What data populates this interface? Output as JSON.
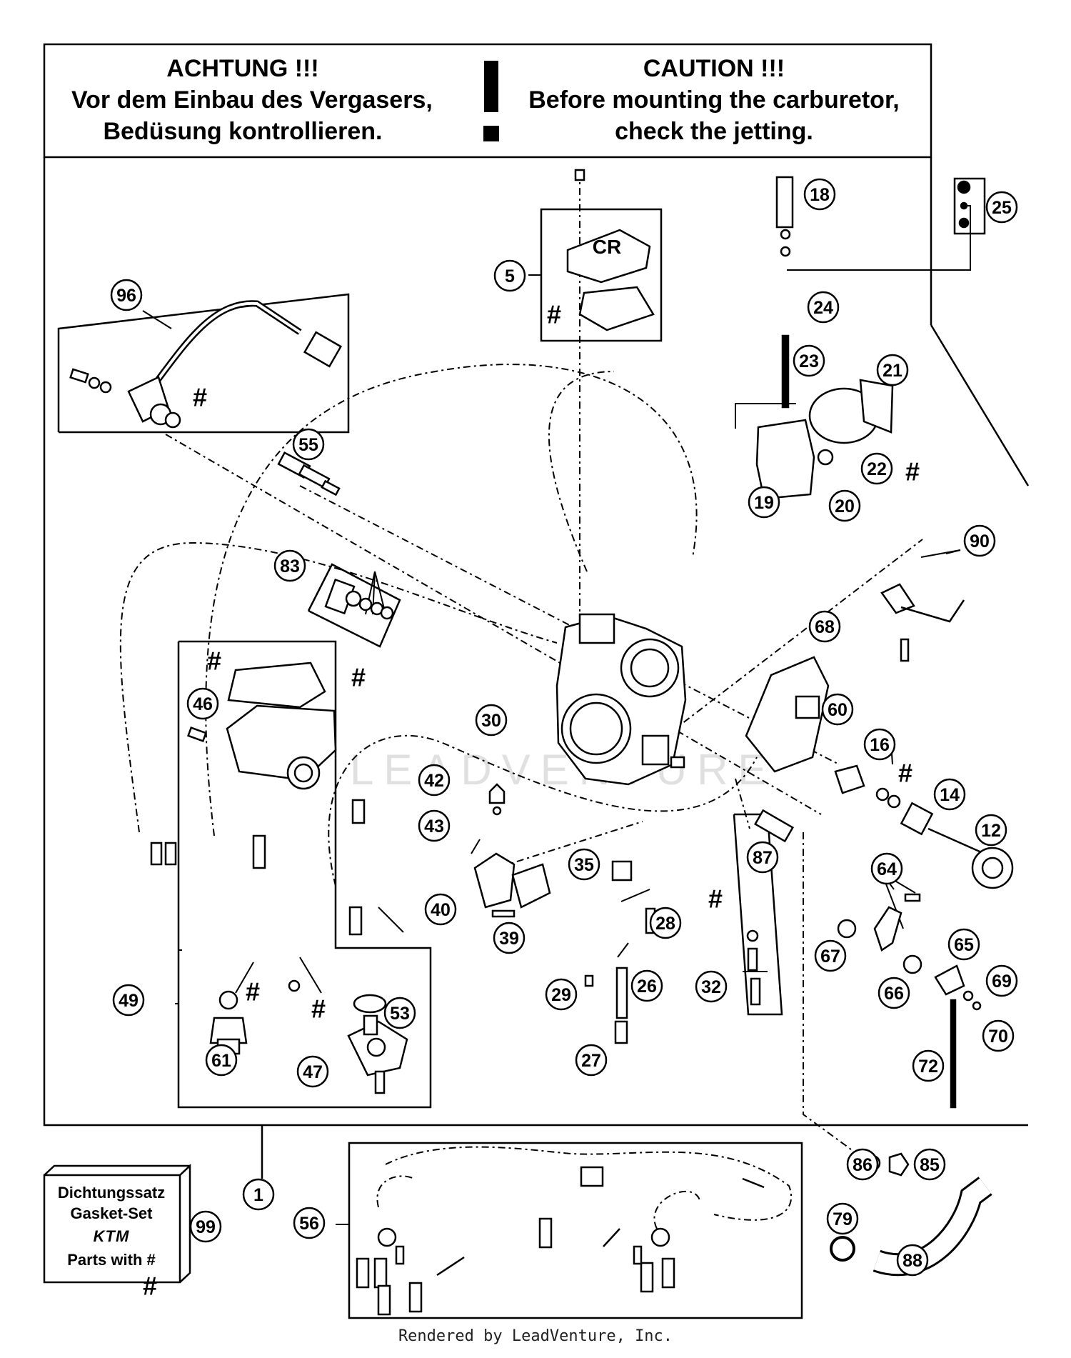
{
  "warning": {
    "de_title": "ACHTUNG !!!",
    "de_line1": "Vor dem Einbau des Vergasers,",
    "de_line2": "Bedüsung kontrollieren.",
    "en_title": "CAUTION !!!",
    "en_line1": "Before mounting the carburetor,",
    "en_line2": "check the jetting."
  },
  "gasket_set": {
    "line1": "Dichtungssatz",
    "line2": "Gasket-Set",
    "brand": "KTM",
    "line3": "Parts with #"
  },
  "cover_label": "CR",
  "watermark": "LEADVENTURE",
  "credit": "Rendered by LeadVenture, Inc.",
  "callouts": [
    "1",
    "5",
    "12",
    "14",
    "16",
    "18",
    "19",
    "20",
    "21",
    "22",
    "23",
    "24",
    "25",
    "26",
    "27",
    "28",
    "29",
    "30",
    "32",
    "35",
    "39",
    "40",
    "42",
    "43",
    "46",
    "47",
    "49",
    "53",
    "55",
    "56",
    "60",
    "61",
    "64",
    "65",
    "66",
    "67",
    "68",
    "69",
    "70",
    "72",
    "79",
    "83",
    "85",
    "86",
    "87",
    "88",
    "90",
    "96",
    "99"
  ],
  "hash_symbol": "#"
}
